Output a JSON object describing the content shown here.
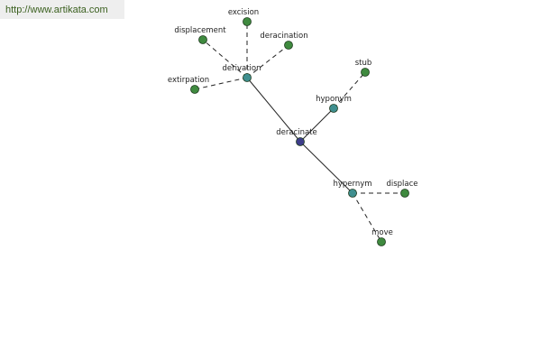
{
  "banner": {
    "url": "http://www.artikata.com"
  },
  "colors": {
    "center": "#3d3d8a",
    "relation": "#3f8f8f",
    "term": "#3f8a3f",
    "node_stroke": "#1e3b1e",
    "edge": "#222222"
  },
  "graph": {
    "center": {
      "id": "deracinate",
      "label": "deracinate",
      "kind": "center"
    },
    "nodes": [
      {
        "id": "derivation",
        "label": "derivation",
        "kind": "relation"
      },
      {
        "id": "hyponym",
        "label": "hyponym",
        "kind": "relation"
      },
      {
        "id": "hypernym",
        "label": "hypernym",
        "kind": "relation"
      },
      {
        "id": "excision",
        "label": "excision",
        "kind": "term"
      },
      {
        "id": "displacement",
        "label": "displacement",
        "kind": "term"
      },
      {
        "id": "deracination",
        "label": "deracination",
        "kind": "term"
      },
      {
        "id": "extirpation",
        "label": "extirpation",
        "kind": "term"
      },
      {
        "id": "stub",
        "label": "stub",
        "kind": "term"
      },
      {
        "id": "displace",
        "label": "displace",
        "kind": "term"
      },
      {
        "id": "move",
        "label": "move",
        "kind": "term"
      }
    ],
    "edges": [
      {
        "from": "deracinate",
        "to": "derivation",
        "style": "solid"
      },
      {
        "from": "deracinate",
        "to": "hyponym",
        "style": "solid"
      },
      {
        "from": "deracinate",
        "to": "hypernym",
        "style": "solid"
      },
      {
        "from": "derivation",
        "to": "excision",
        "style": "dashed"
      },
      {
        "from": "derivation",
        "to": "displacement",
        "style": "dashed"
      },
      {
        "from": "derivation",
        "to": "deracination",
        "style": "dashed"
      },
      {
        "from": "derivation",
        "to": "extirpation",
        "style": "dashed"
      },
      {
        "from": "hyponym",
        "to": "stub",
        "style": "dashed"
      },
      {
        "from": "hypernym",
        "to": "displace",
        "style": "dashed"
      },
      {
        "from": "hypernym",
        "to": "move",
        "style": "dashed"
      }
    ]
  }
}
